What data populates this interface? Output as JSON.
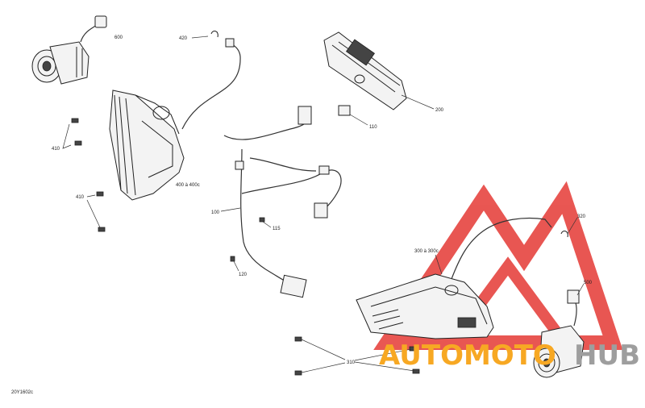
{
  "diagram": {
    "callouts": {
      "c600": "600",
      "c420": "420",
      "c200": "200",
      "c110": "110",
      "c410a": "410",
      "c410b": "410",
      "c400": "400 à 400c",
      "c100": "100",
      "c115": "115",
      "c120": "120",
      "c320": "320",
      "c300": "300 à 300c",
      "c500": "500",
      "c310": "310"
    },
    "figure_code": "20Y1602c"
  },
  "watermark": {
    "text_orange": "AUTOMOTO",
    "text_gray": "HUB",
    "color_red": "#e53935",
    "color_orange": "#f7a823",
    "color_gray": "#9e9e9e"
  }
}
